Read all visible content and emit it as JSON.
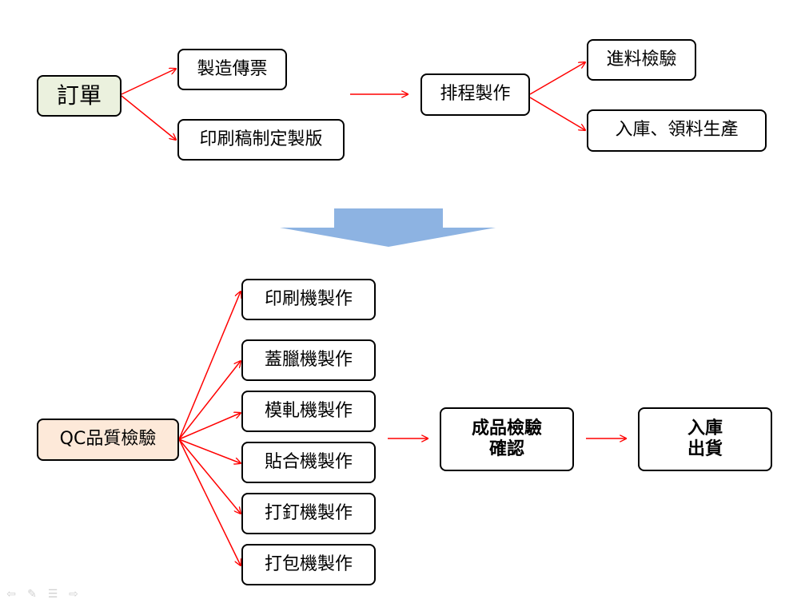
{
  "colors": {
    "arrow": "#ff0000",
    "big_arrow": "#8db3e2",
    "order_fill": "#ebf1de",
    "qc_fill": "#fde9d9"
  },
  "nodes": {
    "order": "訂單",
    "manufacturing_ticket": "製造傳票",
    "plate_making": "印刷稿制定製版",
    "scheduling": "排程製作",
    "incoming_inspection": "進料檢驗",
    "warehouse_material": "入庫、領料生產",
    "qc": "QC品質檢驗",
    "printing": "印刷機製作",
    "laminating": "蓋臘機製作",
    "die_cutting": "模軋機製作",
    "gluing": "貼合機製作",
    "stapling": "打釘機製作",
    "packing": "打包機製作",
    "final_inspection": [
      "成品檢驗",
      "確認"
    ],
    "ship": [
      "入庫",
      "出貨"
    ]
  },
  "toolbar": {
    "icons": [
      "back-arrow-icon",
      "pen-icon",
      "menu-icon",
      "forward-arrow-icon"
    ]
  }
}
